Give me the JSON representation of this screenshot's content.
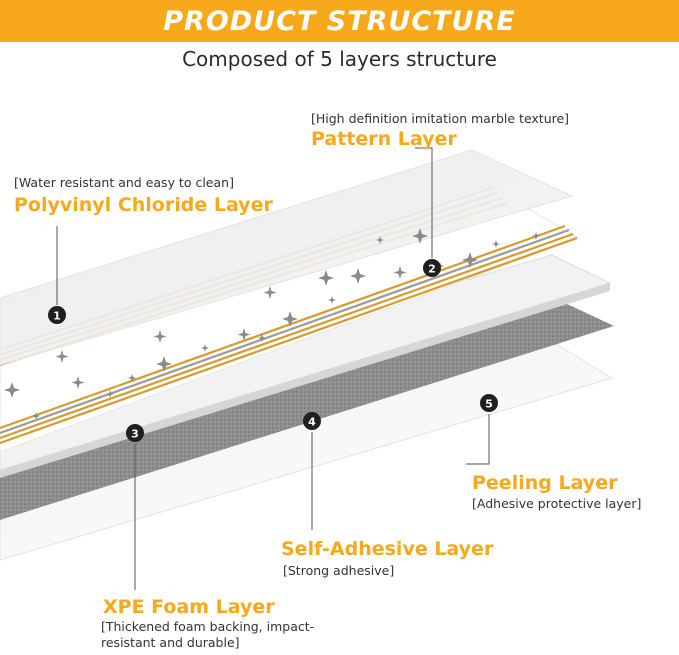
{
  "header": {
    "title": "PRODUCT STRUCTURE",
    "subtitle": "Composed of 5 layers structure"
  },
  "layers": [
    {
      "number": "1",
      "name": "Polyvinyl Chloride Layer",
      "description": "[Water resistant and easy to clean]"
    },
    {
      "number": "2",
      "name": "Pattern Layer",
      "description": "[High definition imitation marble texture]"
    },
    {
      "number": "3",
      "name": "XPE Foam Layer",
      "description": "[Thickened foam backing, impact-resistant and durable]"
    },
    {
      "number": "4",
      "name": "Self-Adhesive Layer",
      "description": "[Strong adhesive]"
    },
    {
      "number": "5",
      "name": "Peeling Layer",
      "description": "[Adhesive protective layer]"
    }
  ],
  "colors": {
    "accent": "#f7a81b",
    "stripe_gold": "#d99a2b",
    "stripe_gray": "#9a9a9a",
    "badge": "#1f1f1f",
    "adhesive_gray": "#8c8c8c"
  }
}
